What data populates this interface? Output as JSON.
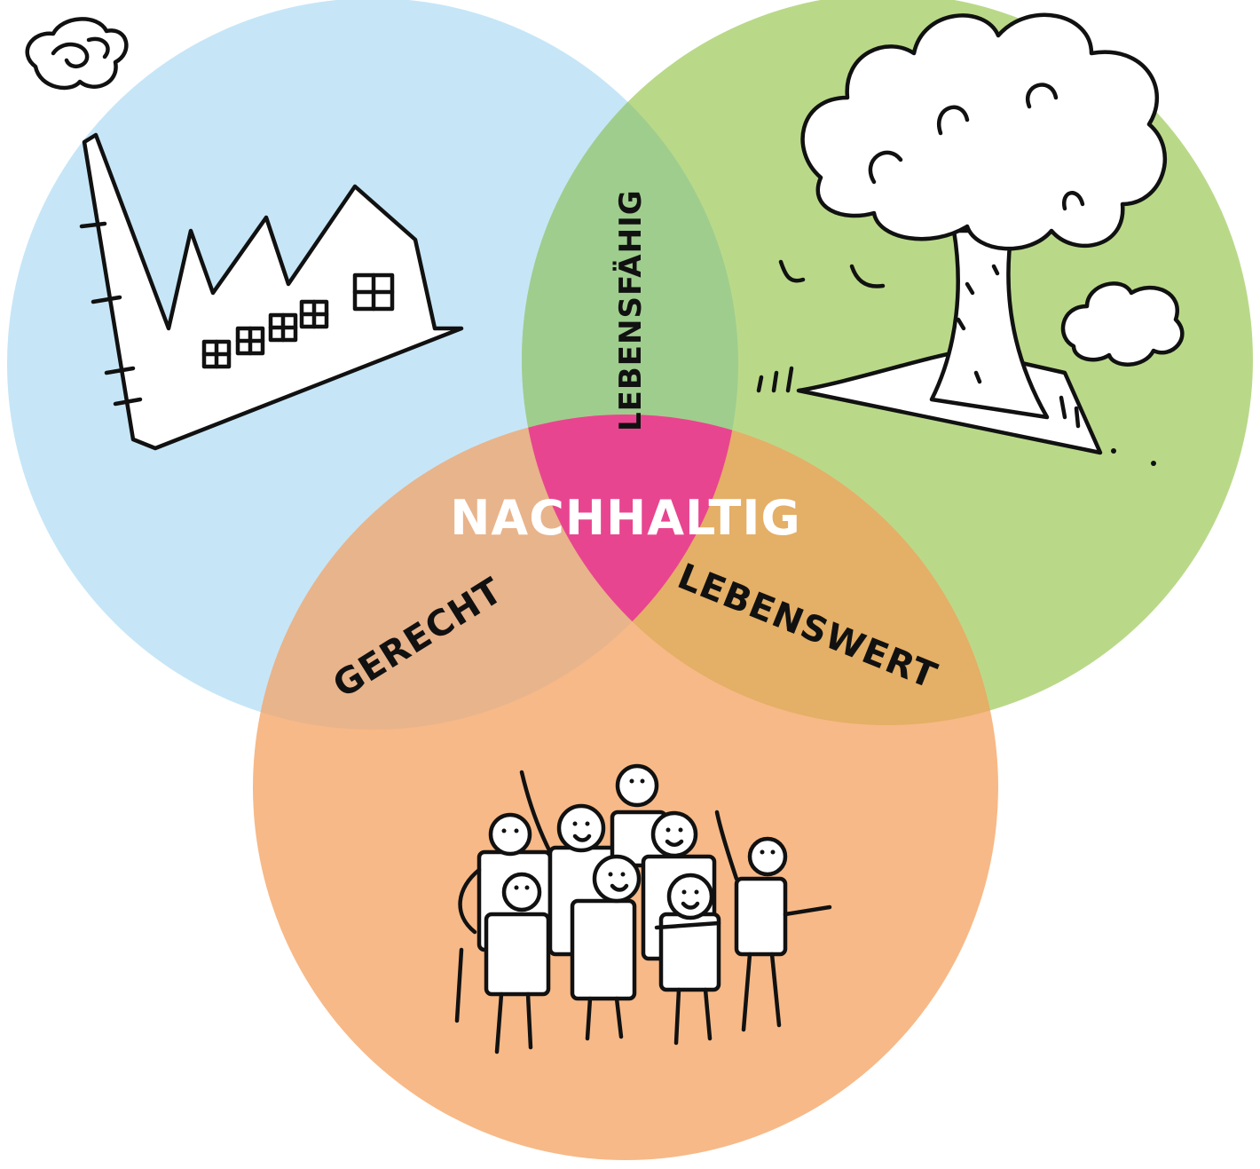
{
  "colors": {
    "economy": "#c6e6f7",
    "ecology": "#b9d989",
    "social": "#f7b987",
    "center": "#e84590",
    "center_text": "#ffffff",
    "text": "#111111"
  },
  "labels": {
    "center": "NACHHALTIG",
    "economy_ecology": "LEBENSFÄHIG",
    "economy_social": "GERECHT",
    "ecology_social": "LEBENSWERT"
  },
  "icons": {
    "economy": "factory-icon",
    "ecology": "tree-icon",
    "social": "people-group-icon"
  }
}
